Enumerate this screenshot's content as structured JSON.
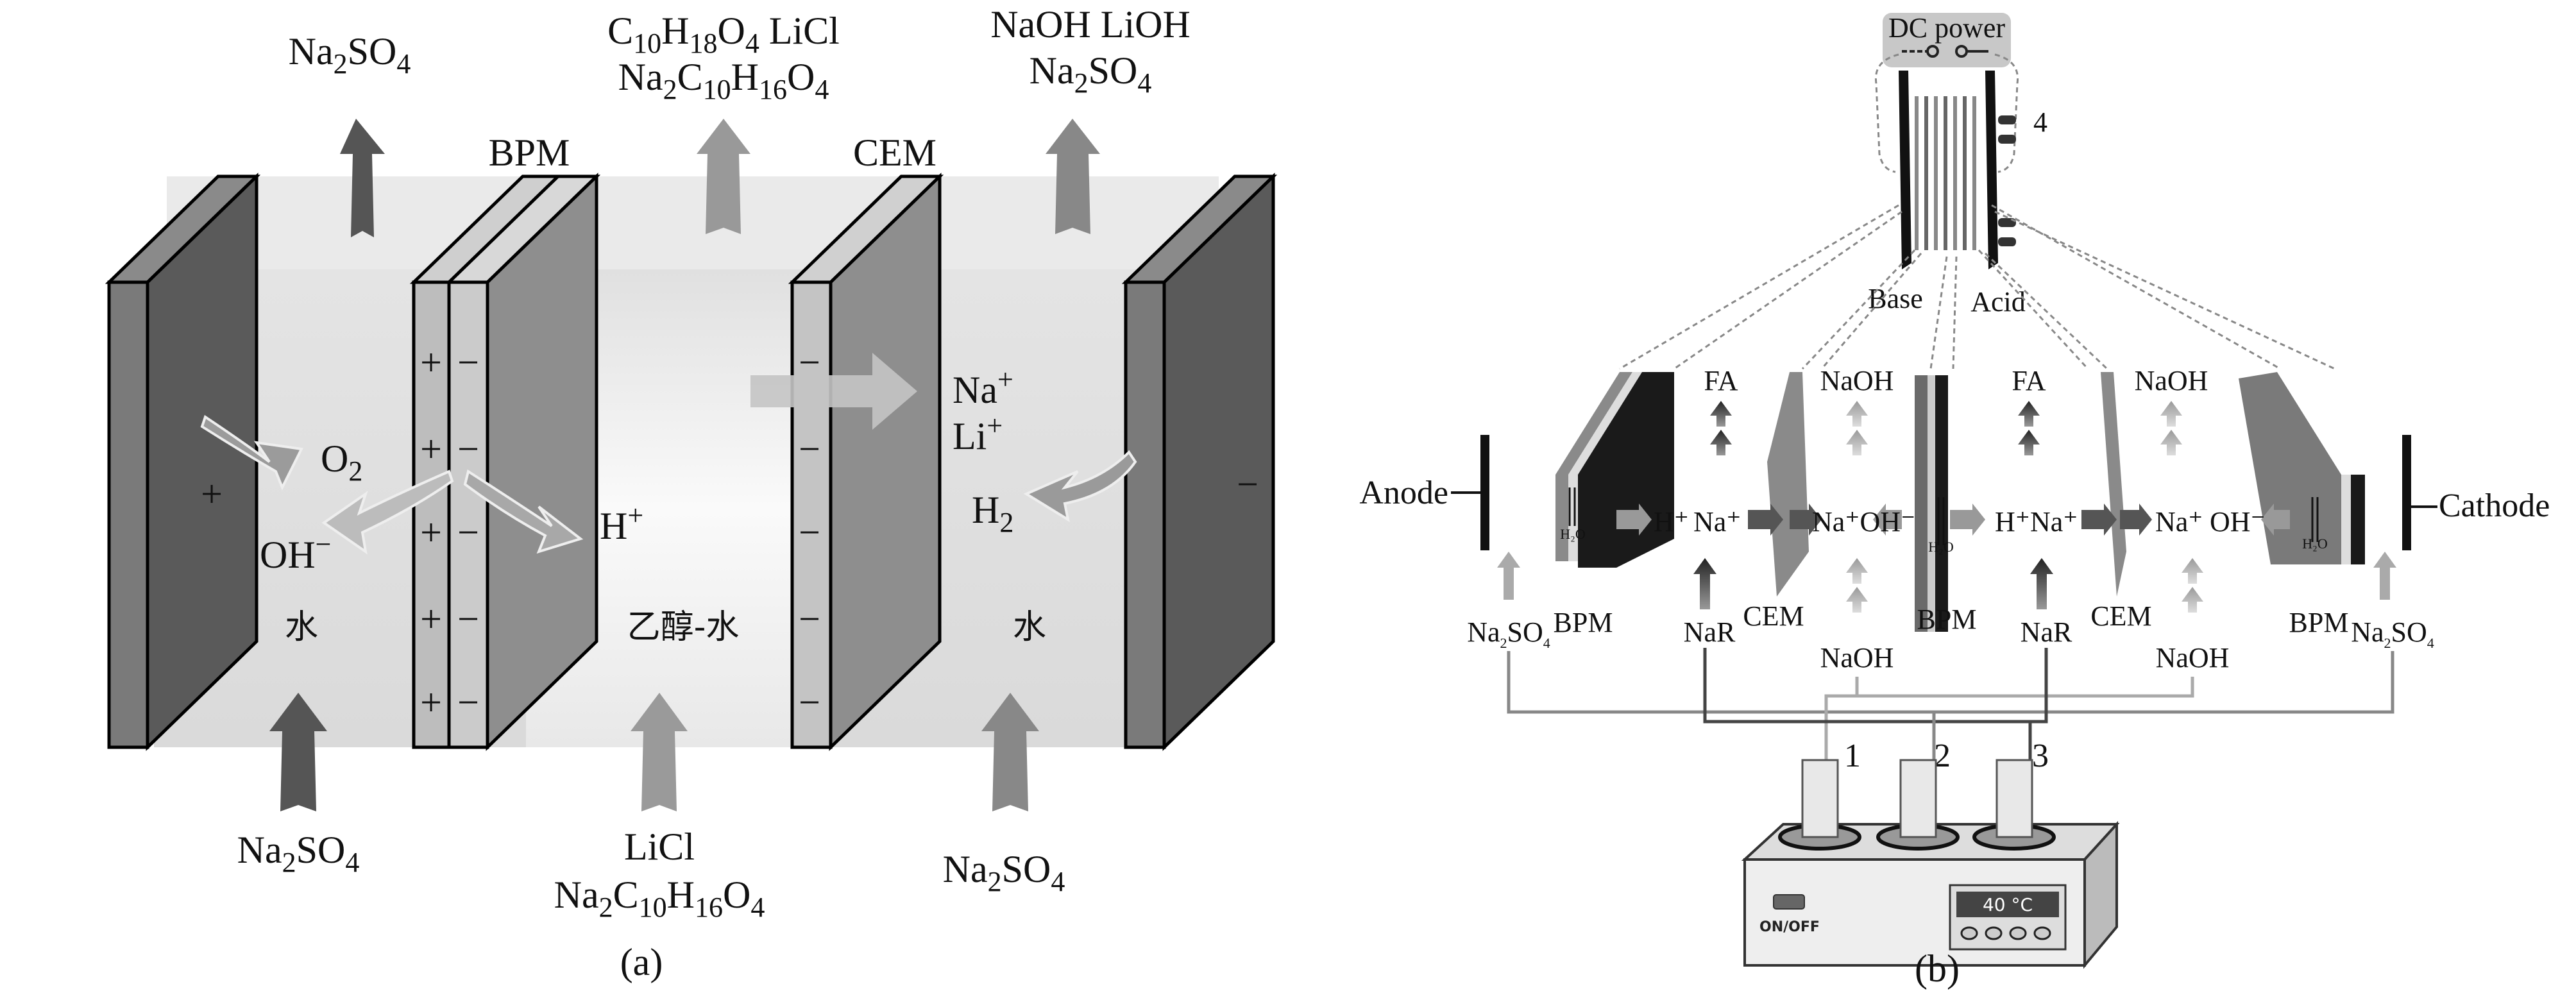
{
  "figure": {
    "panel_a": {
      "caption": "(a)",
      "membranes": {
        "bpm": "BPM",
        "cem": "CEM"
      },
      "electrode_signs": {
        "anode": "+",
        "cathode": "−"
      },
      "bpm_charges": {
        "plus": "+",
        "minus": "−"
      },
      "cem_charge": "−",
      "top_outputs": {
        "left": [
          {
            "base": "Na",
            "sub": "2"
          },
          {
            "base": "SO",
            "sub": "4"
          }
        ],
        "middle_line1": [
          {
            "base": "C",
            "sub": "10"
          },
          {
            "base": "H",
            "sub": "18"
          },
          {
            "base": "O",
            "sub": "4"
          },
          {
            "base": " LiCl",
            "sub": ""
          }
        ],
        "middle_line2": [
          {
            "base": "Na",
            "sub": "2"
          },
          {
            "base": "C",
            "sub": "10"
          },
          {
            "base": "H",
            "sub": "16"
          },
          {
            "base": "O",
            "sub": "4"
          }
        ],
        "right_line1": "NaOH LiOH",
        "right_line2": [
          {
            "base": "Na",
            "sub": "2"
          },
          {
            "base": "SO",
            "sub": "4"
          }
        ]
      },
      "bottom_inputs": {
        "left": [
          {
            "base": "Na",
            "sub": "2"
          },
          {
            "base": "SO",
            "sub": "4"
          }
        ],
        "middle_line1": "LiCl",
        "middle_line2": [
          {
            "base": "Na",
            "sub": "2"
          },
          {
            "base": "C",
            "sub": "10"
          },
          {
            "base": "H",
            "sub": "16"
          },
          {
            "base": "O",
            "sub": "4"
          }
        ],
        "right": [
          {
            "base": "Na",
            "sub": "2"
          },
          {
            "base": "SO",
            "sub": "4"
          }
        ]
      },
      "species": {
        "o2": {
          "base": "O",
          "sub": "2"
        },
        "oh": {
          "base": "OH",
          "sup": "−"
        },
        "h_plus": {
          "base": "H",
          "sup": "+"
        },
        "na_plus": {
          "base": "Na",
          "sup": "+"
        },
        "li_plus": {
          "base": "Li",
          "sup": "+"
        },
        "h2": {
          "base": "H",
          "sub": "2"
        }
      },
      "compartments": {
        "left": "水",
        "middle": "乙醇-水",
        "right": "水"
      }
    },
    "panel_b": {
      "caption": "(b)",
      "dc_power": "DC power",
      "stack_label": "4",
      "base_label": "Base",
      "acid_label": "Acid",
      "anode": "Anode",
      "cathode": "Cathode",
      "top_products": [
        "FA",
        "NaOH",
        "FA",
        "NaOH"
      ],
      "membranes": [
        "BPM",
        "CEM",
        "BPM",
        "CEM",
        "BPM"
      ],
      "ions": [
        "H⁺",
        "Na⁺",
        "Na⁺OH⁻",
        "H⁺",
        "Na⁺",
        "Na⁺",
        "OH⁻"
      ],
      "water": "H₂O",
      "feeds": {
        "na2so4": {
          "base": "Na",
          "sub": "2",
          "rest": "SO",
          "sub2": "4"
        },
        "nar": "NaR",
        "naoh": "NaOH"
      },
      "beakers": [
        "1",
        "2",
        "3"
      ],
      "heater": {
        "power_label": "ON/OFF",
        "display": "40 °C"
      }
    }
  }
}
